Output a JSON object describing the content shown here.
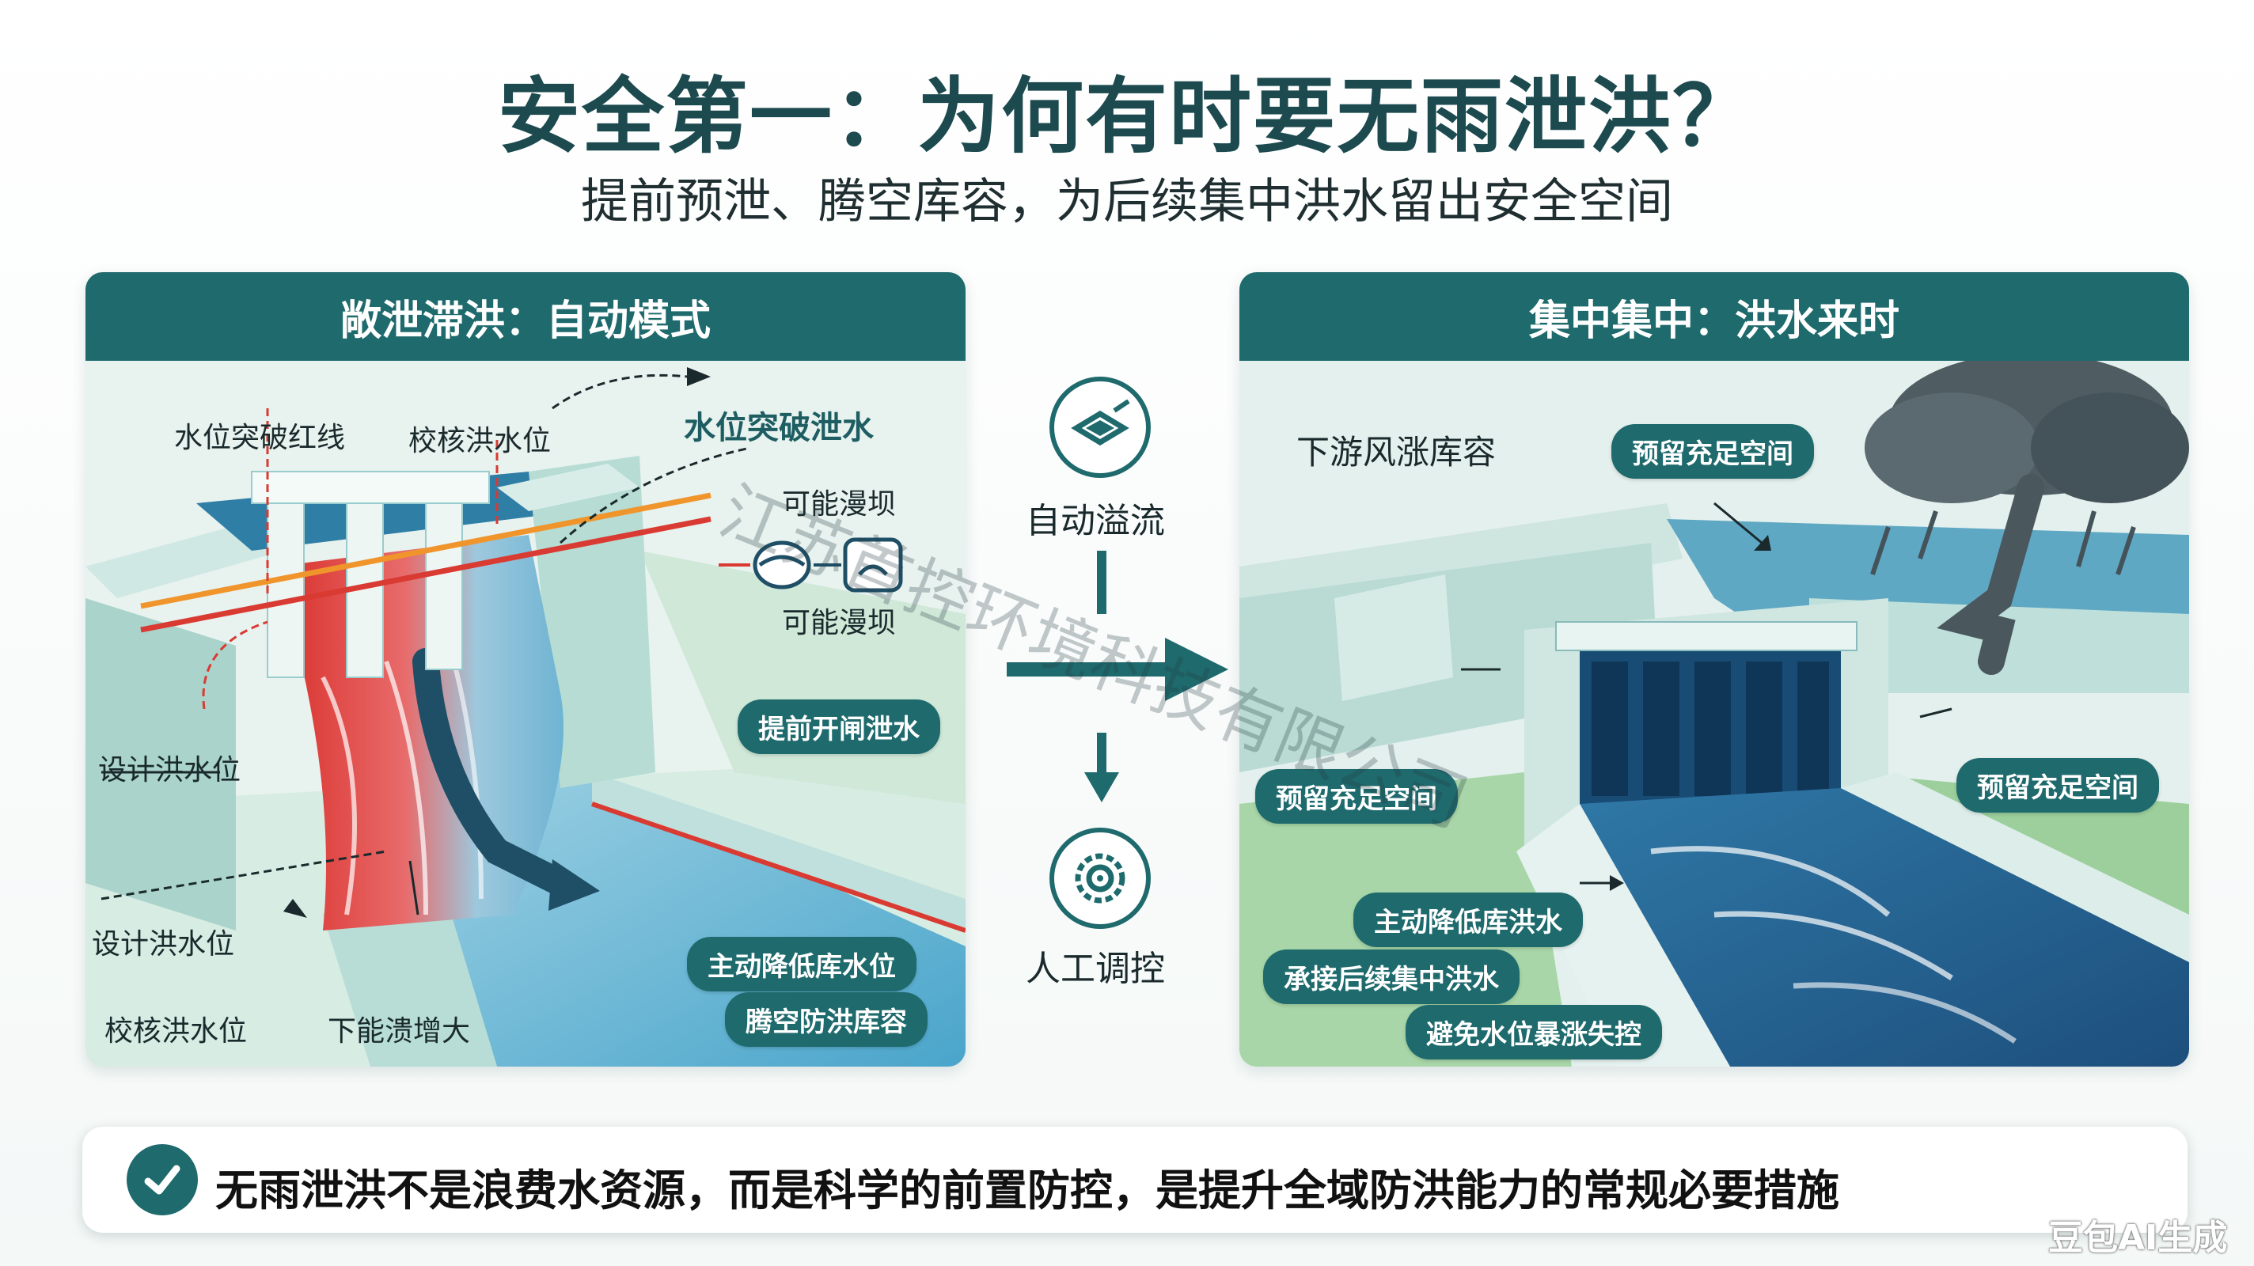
{
  "header": {
    "title": "安全第一：为何有时要无雨泄洪？",
    "subtitle": "提前预泄、腾空库容，为后续集中洪水留出安全空间"
  },
  "left_panel": {
    "title": "敞泄滞洪：自动模式",
    "labels": {
      "red_line": "水位突破红线",
      "check_flood_top": "校核洪水位",
      "breakthrough": "水位突破泄水",
      "may_overtop_1": "可能漫坝",
      "may_overtop_2": "可能漫坝",
      "design_flood_left": "设计洪水位",
      "design_flood_bottom": "设计洪水位",
      "check_flood_bottom": "校核洪水位",
      "downstream": "下能溃增大"
    },
    "pills": {
      "open_gate": "提前开闸泄水",
      "lower_level": "主动降低库水位",
      "free_capacity": "腾空防洪库容"
    }
  },
  "center": {
    "auto_overflow": "自动溢流",
    "manual_control": "人工调控"
  },
  "right_panel": {
    "title": "集中集中：洪水来时",
    "labels": {
      "downstream_risk": "下游风涨库容"
    },
    "pills": {
      "reserve_top": "预留充足空间",
      "reserve_left": "预留充足空间",
      "reserve_right": "预留充足空间",
      "lower_flood": "主动降低库洪水",
      "receive": "承接后续集中洪水",
      "avoid": "避免水位暴涨失控"
    }
  },
  "footer": {
    "statement": "无雨泄洪不是浪费水资源，而是科学的前置防控，是提升全域防洪能力的常规必要措施"
  },
  "watermark": "江苏首控环境科技有限公司",
  "badge": "豆包AI生成",
  "colors": {
    "teal": "#1e6a6d",
    "red": "#d93a32",
    "orange": "#f0952c",
    "water": "#2c6f97"
  }
}
